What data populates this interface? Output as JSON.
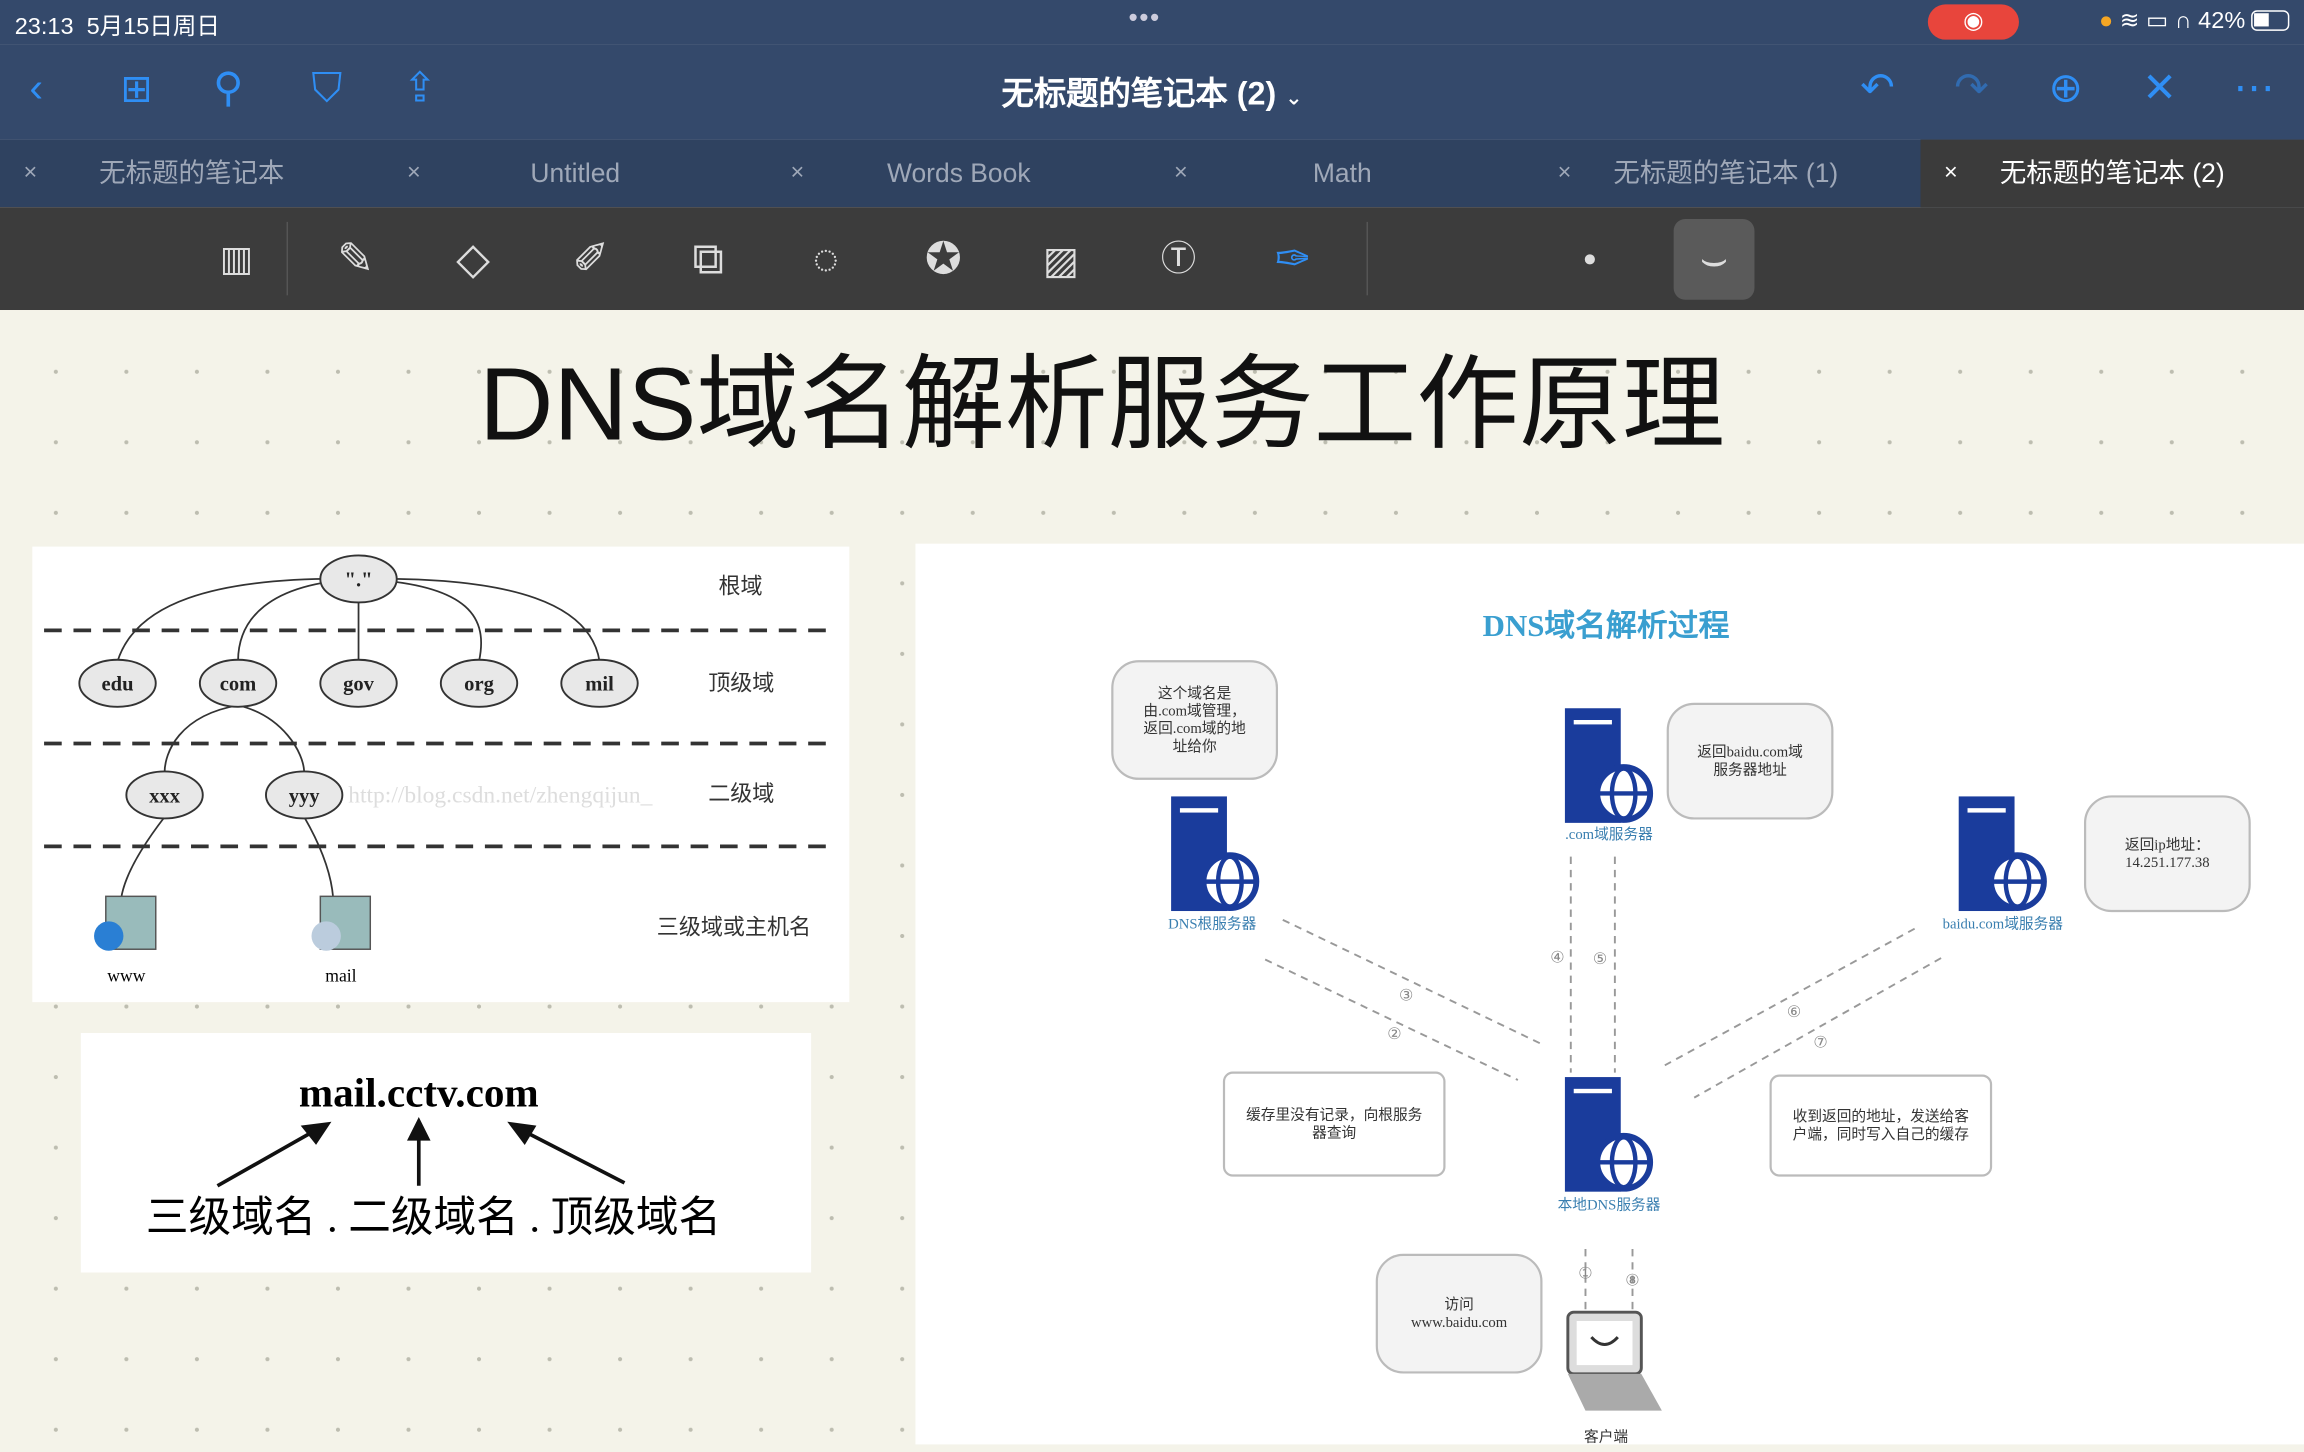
{
  "status": {
    "time": "23:13",
    "date": "5月15日周日",
    "battery": "42%"
  },
  "nav": {
    "title": "无标题的笔记本 (2)",
    "chevron": "⌄"
  },
  "tabs": [
    {
      "label": "无标题的笔记本"
    },
    {
      "label": "Untitled"
    },
    {
      "label": "Words Book"
    },
    {
      "label": "Math"
    },
    {
      "label": "无标题的笔记本 (1)"
    },
    {
      "label": "无标题的笔记本 (2)",
      "active": true
    }
  ],
  "page": {
    "heading": "DNS域名解析服务工作原理"
  },
  "tree": {
    "root": "\".\"",
    "levels": [
      "根域",
      "顶级域",
      "二级域",
      "三级域或主机名"
    ],
    "tlds": [
      "edu",
      "com",
      "gov",
      "org",
      "mil"
    ],
    "second": [
      "xxx",
      "yyy"
    ],
    "hosts": [
      "www",
      "mail"
    ],
    "watermark": "http://blog.csdn.net/zhengqijun_"
  },
  "domain_parts": {
    "domain": "mail.cctv.com",
    "labels": "三级域名 . 二级域名 . 顶级域名"
  },
  "process": {
    "title": "DNS域名解析过程",
    "servers": {
      "root": "DNS根服务器",
      "com": ".com域服务器",
      "baidu": "baidu.com域服务器",
      "local": "本地DNS服务器",
      "client": "客户端"
    },
    "notes": {
      "root": [
        "这个域名是",
        "由.com域管理，",
        "返回.com域的地",
        "址给你"
      ],
      "com": [
        "返回baidu.com域",
        "服务器地址"
      ],
      "baidu": [
        "返回ip地址：",
        "14.251.177.38"
      ],
      "cache": [
        "缓存里没有记录，向根服务",
        "器查询"
      ],
      "recv": [
        "收到返回的地址，发送给客",
        "户端，同时写入自己的缓存"
      ],
      "visit": [
        "访问",
        "www.baidu.com"
      ]
    },
    "steps": [
      "①",
      "②",
      "③",
      "④",
      "⑤",
      "⑥",
      "⑦",
      "⑧"
    ]
  }
}
